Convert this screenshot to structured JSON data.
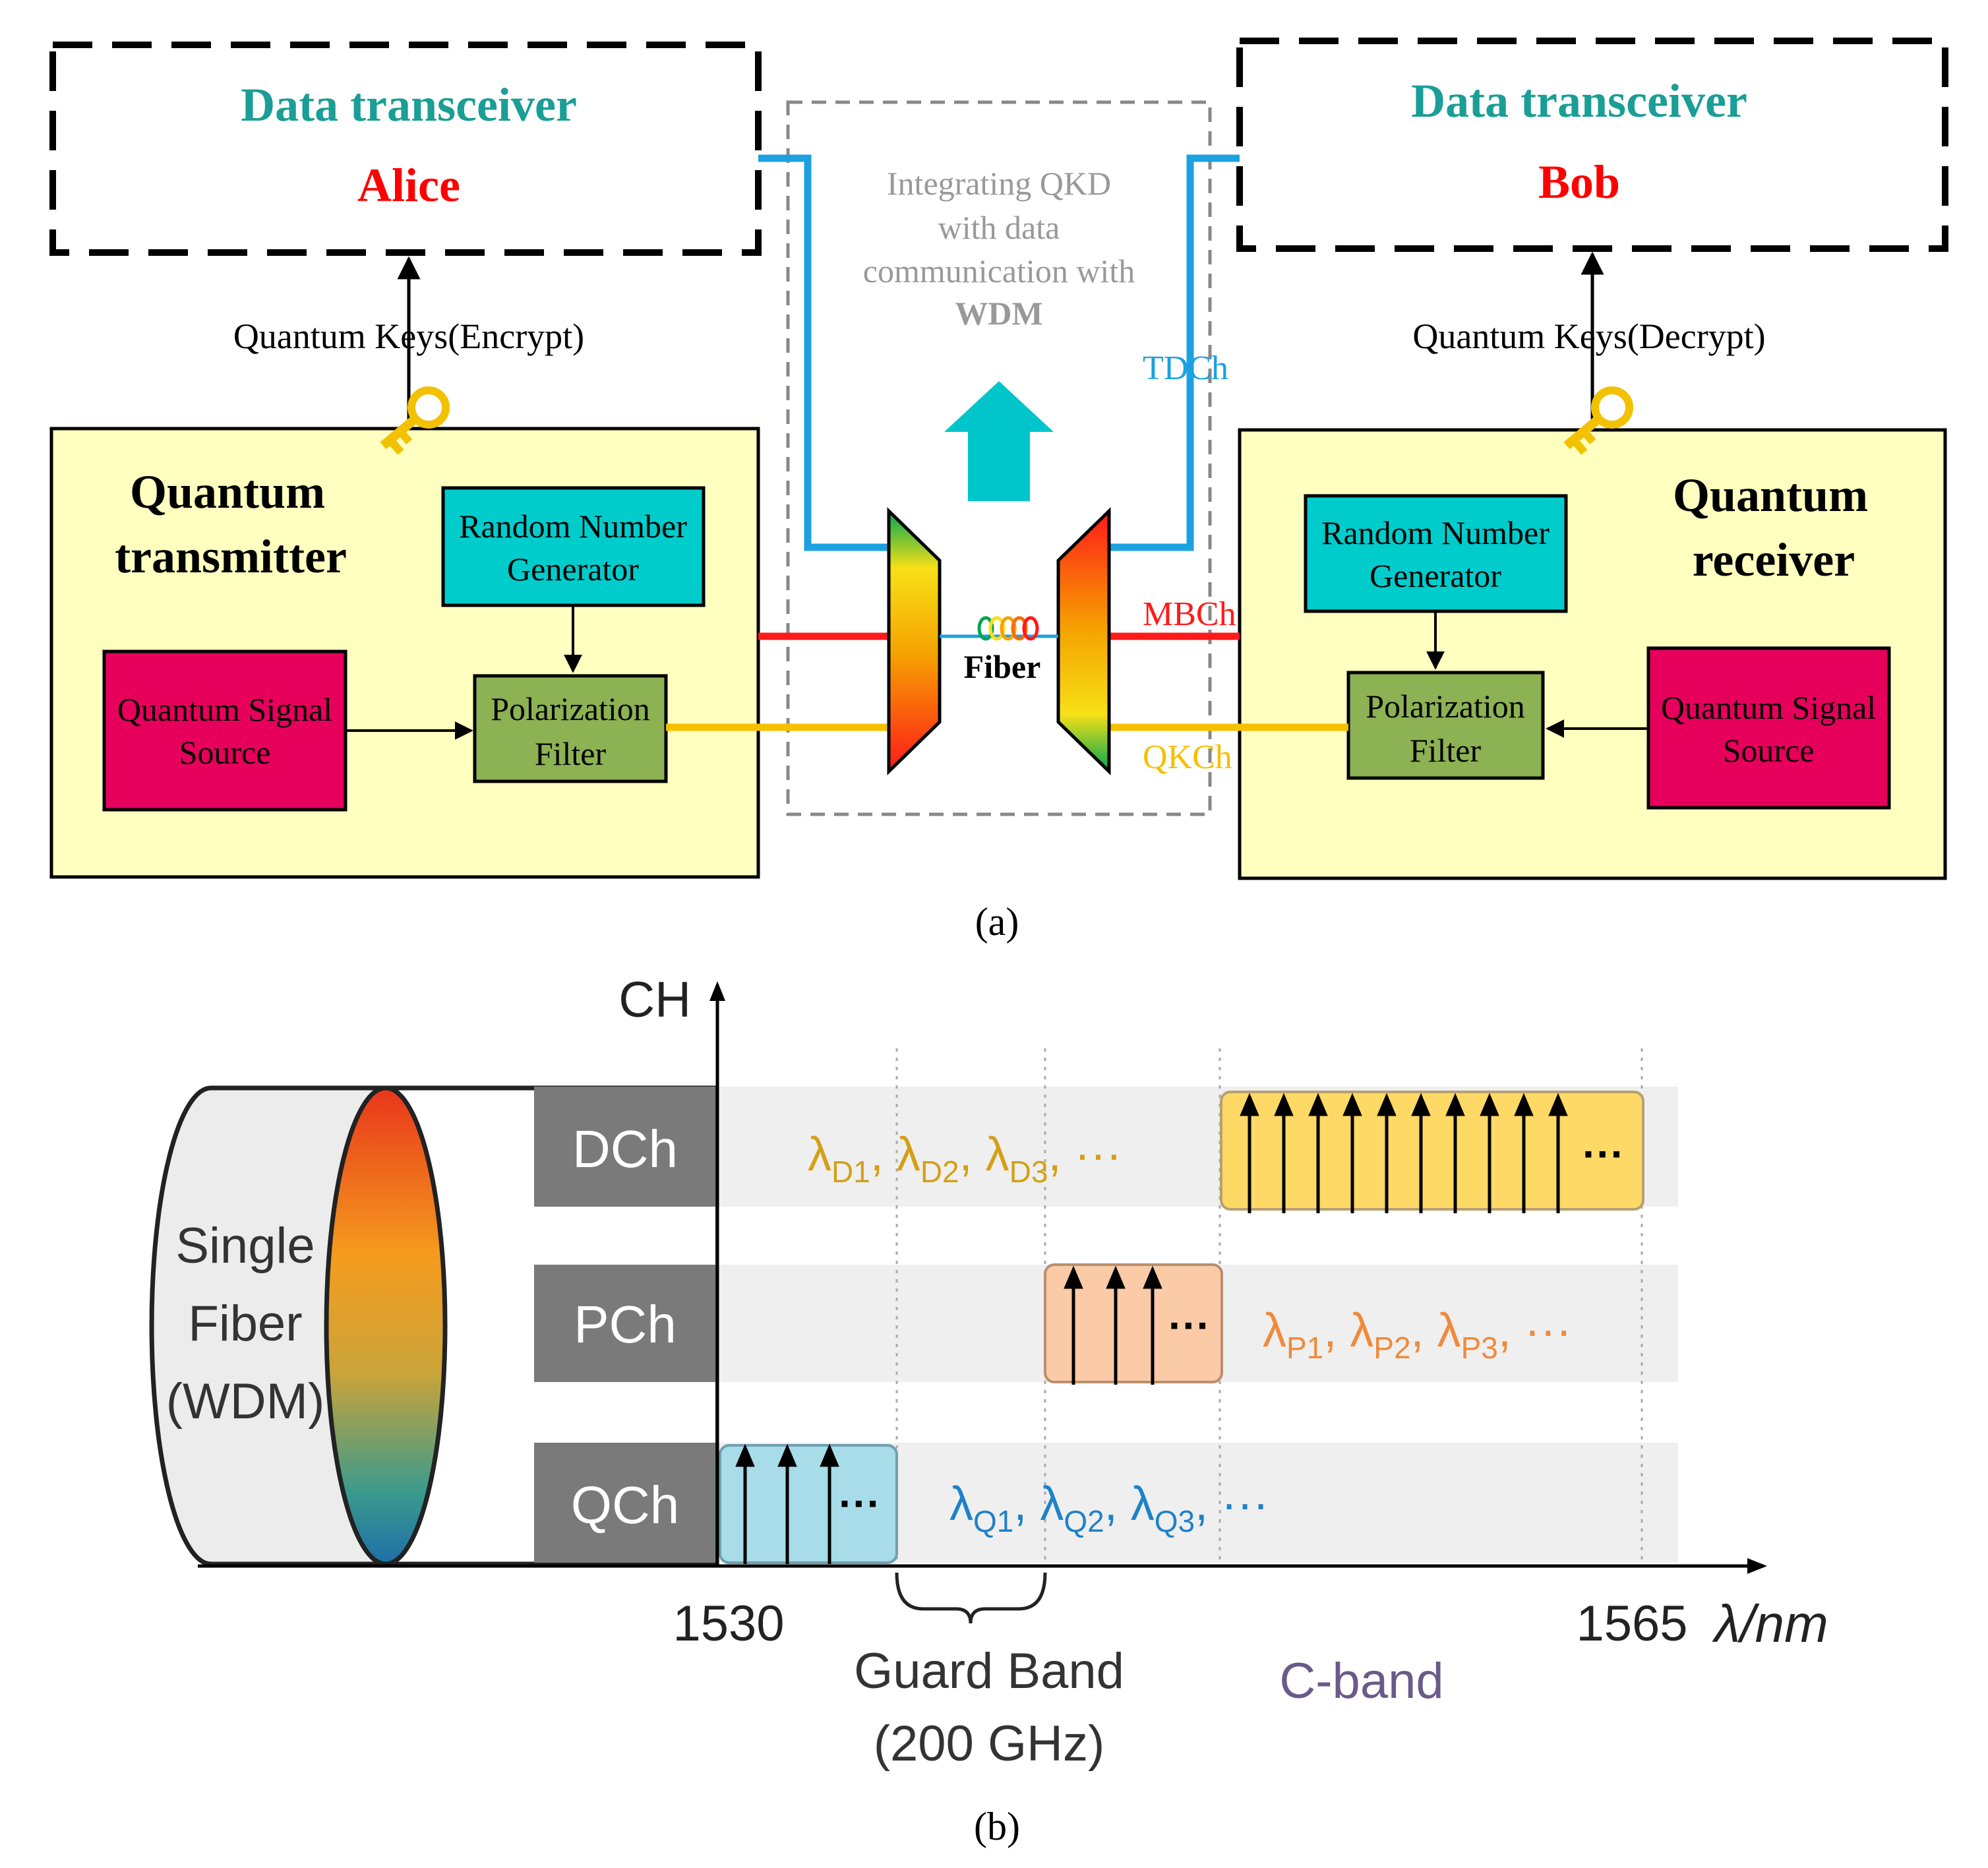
{
  "colors": {
    "teal_title": "#1a9e96",
    "red_name": "#ff0000",
    "box_yellow": "#ffffc0",
    "rng_cyan": "#00cccc",
    "filter_green": "#8db254",
    "source_magenta": "#e6005c",
    "fiber_blue": "#1ba1e2",
    "mb_red": "#ff1a1a",
    "qk_yellow": "#f5c000",
    "arrow_cyan": "#00c6cc",
    "d_amber": "#d4a017",
    "p_orange": "#f08a3c",
    "q_blue": "#1e82c8",
    "cband_purple": "#6a5a8a"
  },
  "panel_a": {
    "alice": {
      "title": "Data transceiver",
      "name": "Alice",
      "key_label": "Quantum Keys(Encrypt)",
      "module_title_line1": "Quantum",
      "module_title_line2": "transmitter",
      "rng_line1": "Random Number",
      "rng_line2": "Generator",
      "source_line1": "Quantum Signal",
      "source_line2": "Source",
      "filter_line1": "Polarization",
      "filter_line2": "Filter"
    },
    "bob": {
      "title": "Data transceiver",
      "name": "Bob",
      "key_label": "Quantum Keys(Decrypt)",
      "module_title_line1": "Quantum",
      "module_title_line2": "receiver",
      "rng_line1": "Random Number",
      "rng_line2": "Generator",
      "source_line1": "Quantum Signal",
      "source_line2": "Source",
      "filter_line1": "Polarization",
      "filter_line2": "Filter"
    },
    "center": {
      "text_line1": "Integrating QKD",
      "text_line2": "with data",
      "text_line3": "communication with",
      "text_line4": "WDM",
      "fiber_label": "Fiber"
    },
    "channels": {
      "tdch": "TDCh",
      "mbch": "MBCh",
      "qkch": "QKCh"
    },
    "caption": "(a)"
  },
  "panel_b": {
    "y_axis_label": "CH",
    "x_axis_label": "λ/nm",
    "fiber_line1": "Single",
    "fiber_line2": "Fiber",
    "fiber_line3": "(WDM)",
    "rows": [
      {
        "label": "DCh",
        "seq": "λD1, λD2, λD3, ···",
        "s1": "D1",
        "s2": "D2",
        "s3": "D3"
      },
      {
        "label": "PCh",
        "seq": "λP1, λP2, λP3, ···",
        "s1": "P1",
        "s2": "P2",
        "s3": "P3"
      },
      {
        "label": "QCh",
        "seq": "λQ1, λQ2, λQ3, ···",
        "s1": "Q1",
        "s2": "Q2",
        "s3": "Q3"
      }
    ],
    "ellipsis": "···",
    "tick_start": "1530",
    "tick_end": "1565",
    "guard_line1": "Guard Band",
    "guard_line2": "(200 GHz)",
    "cband": "C-band",
    "caption": "(b)"
  }
}
